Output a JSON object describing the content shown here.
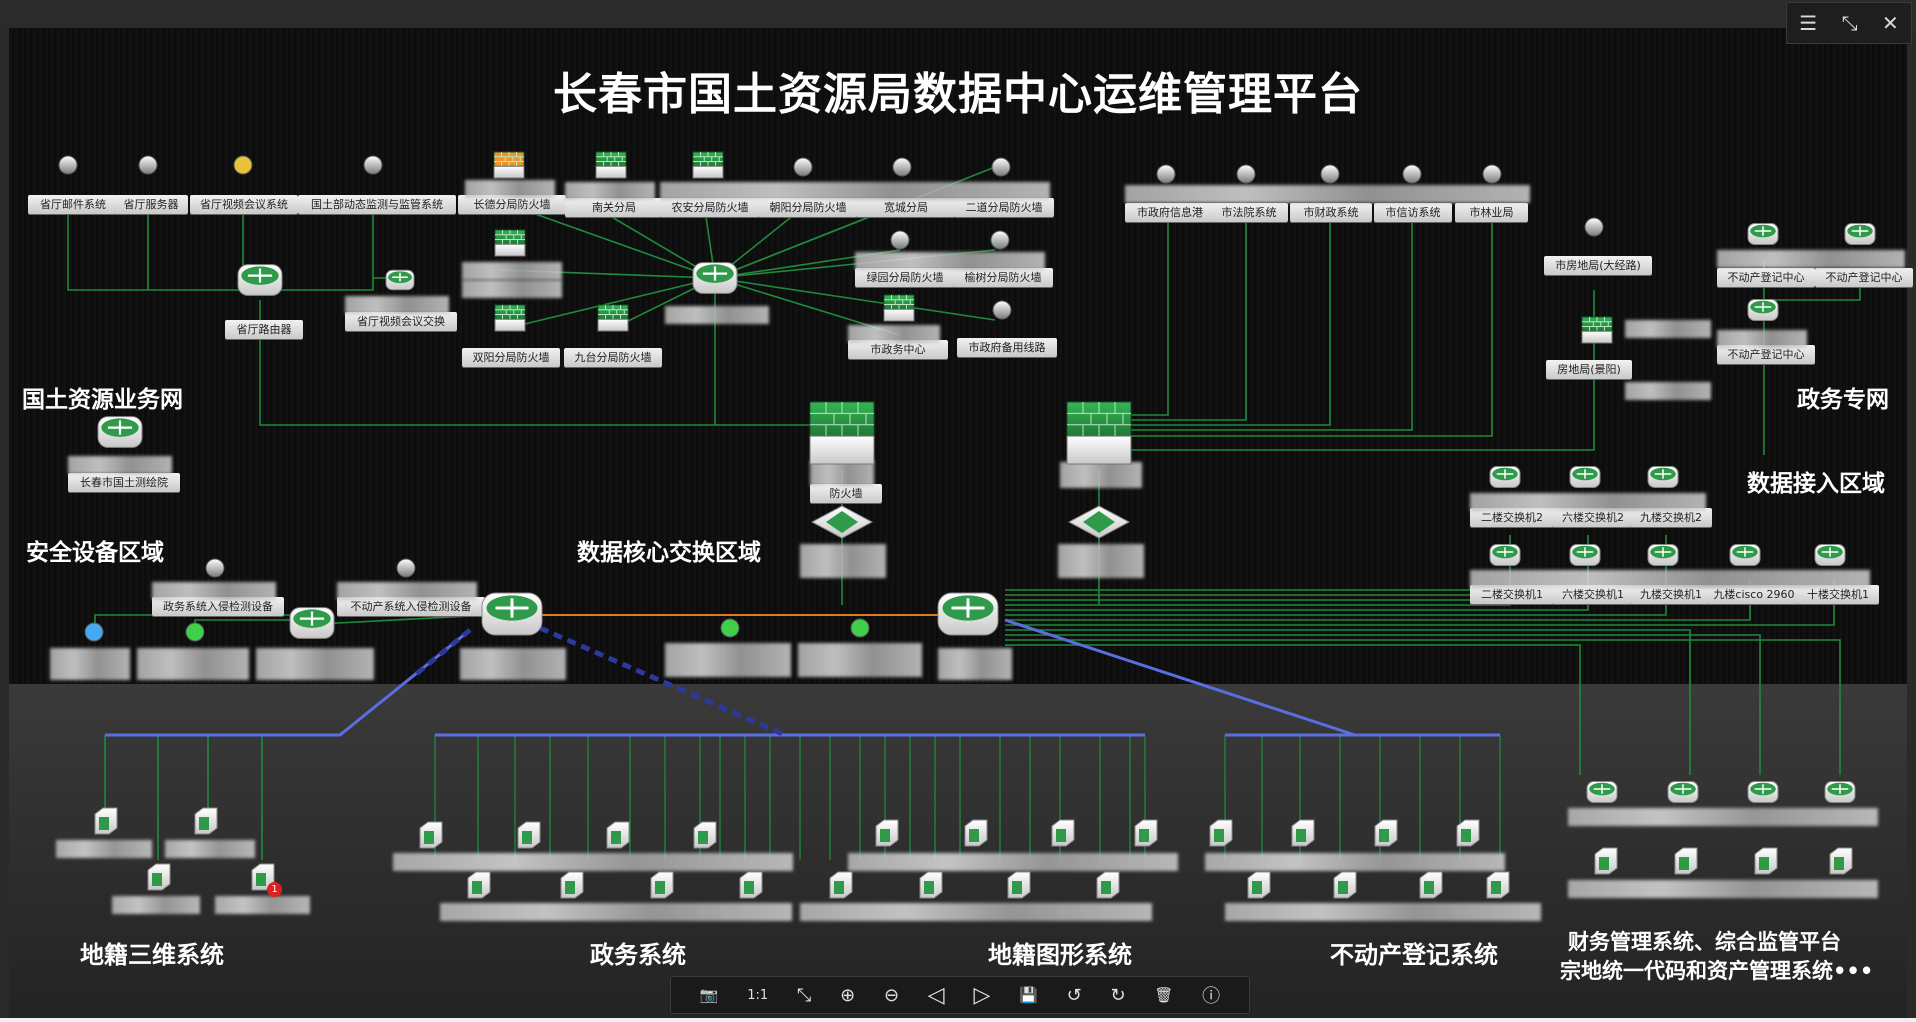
{
  "title": "长春市国土资源局数据中心运维管理平台",
  "window_controls": {
    "menu": "☰",
    "restore": "⤡",
    "close": "✕"
  },
  "zones": {
    "land_business_net": "国土资源业务网",
    "gov_private_net": "政务专网",
    "data_access": "数据接入区域",
    "security_devices": "安全设备区域",
    "core_switch": "数据核心交换区域"
  },
  "systems": {
    "cadastral_3d": "地籍三维系统",
    "government": "政务系统",
    "cadastral_graphic": "地籍图形系统",
    "real_estate_reg": "不动产登记系统",
    "finance_line1": "财务管理系统、综合监管平台",
    "finance_line2": "宗地统一代码和资产管理系统•••"
  },
  "labels": {
    "mail": "省厅邮件系统",
    "server": "省厅服务器",
    "video_conf_sys": "省厅视频会议系统",
    "land_monitor": "国土部动态监测与监管系统",
    "changde_fw": "长德分局防火墙",
    "nanguan": "南关分局",
    "nongan_fw": "农安分局防火墙",
    "chaoyang_fw": "朝阳分局防火墙",
    "kuancheng": "宽城分局",
    "erdao_fw": "二道分局防火墙",
    "router": "省厅路由器",
    "video_switch": "省厅视频会议交换",
    "lvyuan_fw": "绿园分局防火墙",
    "yushu_fw": "榆树分局防火墙",
    "shuangyang_fw": "双阳分局防火墙",
    "jiutai_fw": "九台分局防火墙",
    "gov_center": "市政务中心",
    "gov_backup": "市政府备用线路",
    "info_port": "市政府信息港",
    "court": "市法院系统",
    "finance": "市财政系统",
    "petition": "市信访系统",
    "forestry": "市林业局",
    "housing_big": "市房地局(大经路)",
    "housing_jy": "房地局(景阳)",
    "estate_center1": "不动产登记中心",
    "estate_center2": "不动产登记中心",
    "estate_center3": "不动产登记中心",
    "survey_institute": "长春市国土测绘院",
    "firewall": "防火墙",
    "sw2": "二楼交换机2",
    "sw6": "六楼交换机2",
    "sw9": "九楼交换机2",
    "sw2b": "二楼交换机1",
    "sw6b": "六楼交换机1",
    "sw9b": "九楼交换机1",
    "sw9cisco": "九楼cisco 2960",
    "sw10": "十楼交换机1",
    "ids_gov": "政务系统入侵检测设备",
    "ids_estate": "不动产系统入侵检测设备"
  },
  "alarm_badge": "1",
  "toolbar": {
    "export": "📷",
    "one_to_one": "1:1",
    "fit": "⤡",
    "zoom_in": "⊕",
    "zoom_out": "⊖",
    "prev": "◁",
    "next": "▷",
    "save": "💾",
    "undo": "↺",
    "redo": "↻",
    "delete": "🗑",
    "info": "ⓘ"
  },
  "colors": {
    "link_green": "#1f8a3c",
    "link_blue": "#5b6ee0",
    "link_orange": "#e07a1f",
    "firewall_green": "#2e9a4a",
    "led_yellow": "#e8c23a",
    "led_green": "#3fd04a",
    "led_blue": "#45a8f0"
  }
}
